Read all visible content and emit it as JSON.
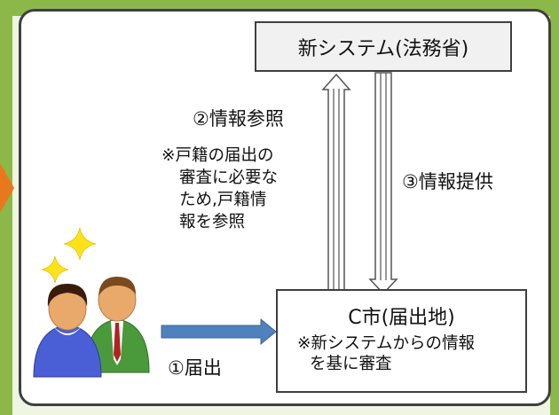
{
  "system_box": {
    "label": "新システム(法務省)"
  },
  "city_box": {
    "title": "C市(届出地)",
    "note_lines": [
      "※新システムからの情報",
      "を基に審査"
    ]
  },
  "labels": {
    "reference": "②情報参照",
    "provision": "③情報提供",
    "report": "①届出"
  },
  "reference_note_lines": [
    "※戸籍の届出の",
    "審査に必要な",
    "ため,戸籍情",
    "報を参照"
  ],
  "colors": {
    "panel_background": "#eef5e0",
    "frame_green": "#8cb84a",
    "arrow_blue": "#4f81bd",
    "sparkle_yellow": "#ffe31a",
    "tab_orange": "#e8781e"
  },
  "icons": [
    "sparkle-icon",
    "sparkle-icon",
    "people-icon"
  ]
}
